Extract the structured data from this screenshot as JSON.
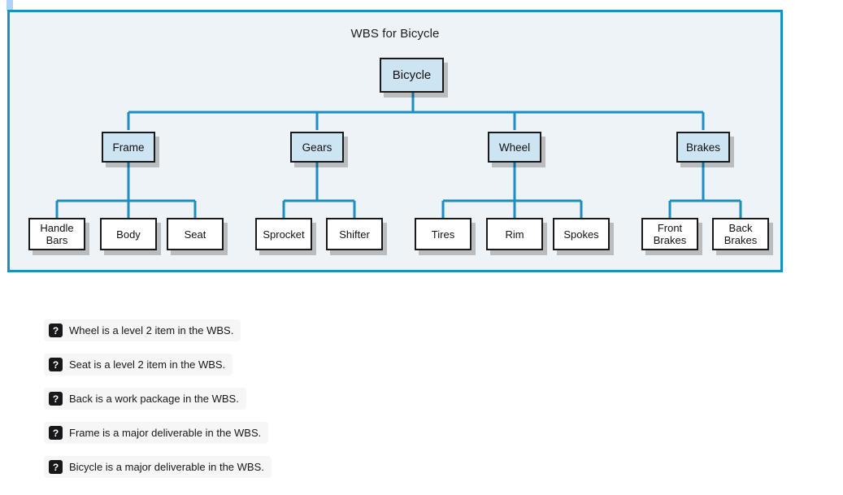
{
  "corner_tab": {
    "color": "#aed2fa"
  },
  "diagram": {
    "title": "WBS for Bicycle",
    "border_color": "#1b8ec2",
    "background_color": "#eef3f7",
    "connector_color": "#1b8ec2",
    "level1_fill": "#cde5f2",
    "level2_fill": "#cde5f2",
    "level3_fill": "#ffffff",
    "root": {
      "label": "Bicycle"
    },
    "level2": [
      {
        "label": "Frame"
      },
      {
        "label": "Gears"
      },
      {
        "label": "Wheel"
      },
      {
        "label": "Brakes"
      }
    ],
    "level3": [
      {
        "label": "Handle Bars",
        "line1": "Handle",
        "line2": "Bars",
        "parent": "Frame"
      },
      {
        "label": "Body",
        "line1": "Body",
        "line2": "",
        "parent": "Frame"
      },
      {
        "label": "Seat",
        "line1": "Seat",
        "line2": "",
        "parent": "Frame"
      },
      {
        "label": "Sprocket",
        "line1": "Sprocket",
        "line2": "",
        "parent": "Gears"
      },
      {
        "label": "Shifter",
        "line1": "Shifter",
        "line2": "",
        "parent": "Gears"
      },
      {
        "label": "Tires",
        "line1": "Tires",
        "line2": "",
        "parent": "Wheel"
      },
      {
        "label": "Rim",
        "line1": "Rim",
        "line2": "",
        "parent": "Wheel"
      },
      {
        "label": "Spokes",
        "line1": "Spokes",
        "line2": "",
        "parent": "Wheel"
      },
      {
        "label": "Front Brakes",
        "line1": "Front",
        "line2": "Brakes",
        "parent": "Brakes"
      },
      {
        "label": "Back Brakes",
        "line1": "Back",
        "line2": "Brakes",
        "parent": "Brakes"
      }
    ]
  },
  "quiz": {
    "icon": "question-mark-badge",
    "icon_glyph": "?",
    "items": [
      {
        "text": "Wheel is a level 2 item in the WBS."
      },
      {
        "text": "Seat is a level 2 item in the WBS."
      },
      {
        "text": "Back is a work package in the WBS."
      },
      {
        "text": "Frame is a major deliverable in the WBS."
      },
      {
        "text": "Bicycle is a major deliverable in the WBS."
      }
    ]
  }
}
